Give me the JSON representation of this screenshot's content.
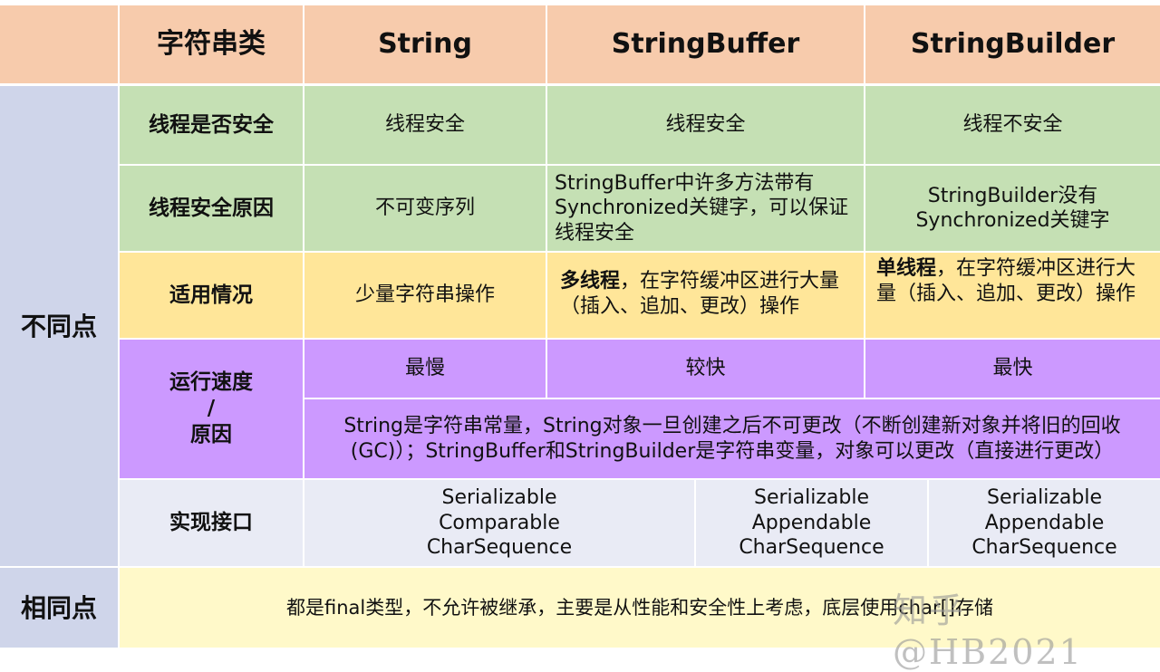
{
  "header": {
    "corner": "",
    "category": "字符串类",
    "cols": [
      "String",
      "StringBuffer",
      "StringBuilder"
    ]
  },
  "differences": {
    "label": "不同点",
    "rows": {
      "thread_safe": {
        "label": "线程是否安全",
        "values": [
          "线程安全",
          "线程安全",
          "线程不安全"
        ]
      },
      "reason": {
        "label": "线程安全原因",
        "values": [
          "不可变序列",
          "StringBuffer中许多方法带有Synchronized关键字，可以保证线程安全",
          "StringBuilder没有\nSynchronized关键字"
        ]
      },
      "usage": {
        "label": "适用情况",
        "values": [
          {
            "bold": "",
            "text": "少量字符串操作"
          },
          {
            "bold": "多线程",
            "text": "，在字符缓冲区进行大量（插入、追加、更改）操作"
          },
          {
            "bold": "单线程",
            "text": "，在字符缓冲区进行大量（插入、追加、更改）操作"
          }
        ]
      },
      "speed": {
        "label": "运行速度\n/\n原因",
        "values": [
          "最慢",
          "较快",
          "最快"
        ],
        "reason": "String是字符串常量，String对象一旦创建之后不可更改（不断创建新对象并将旧的回收(GC)）；StringBuffer和StringBuilder是字符串变量，对象可以更改（直接进行更改）"
      },
      "interfaces": {
        "label": "实现接口",
        "values": [
          "Serializable\nComparable\nCharSequence",
          "Serializable\nAppendable\nCharSequence",
          "Serializable\nAppendable\nCharSequence"
        ]
      }
    }
  },
  "similarities": {
    "label": "相同点",
    "text": "都是final类型，不允许被继承，主要是从性能和安全性上考虑，底层使用char[]存储"
  },
  "watermark": "知乎 @HB2021",
  "colors": {
    "header": "#f7cbac",
    "side": "#cfd5ea",
    "green": "#c5e0b4",
    "yellow": "#ffe699",
    "purple": "#cc99ff",
    "lavender": "#e9ebf5",
    "cream": "#fff9c9"
  }
}
